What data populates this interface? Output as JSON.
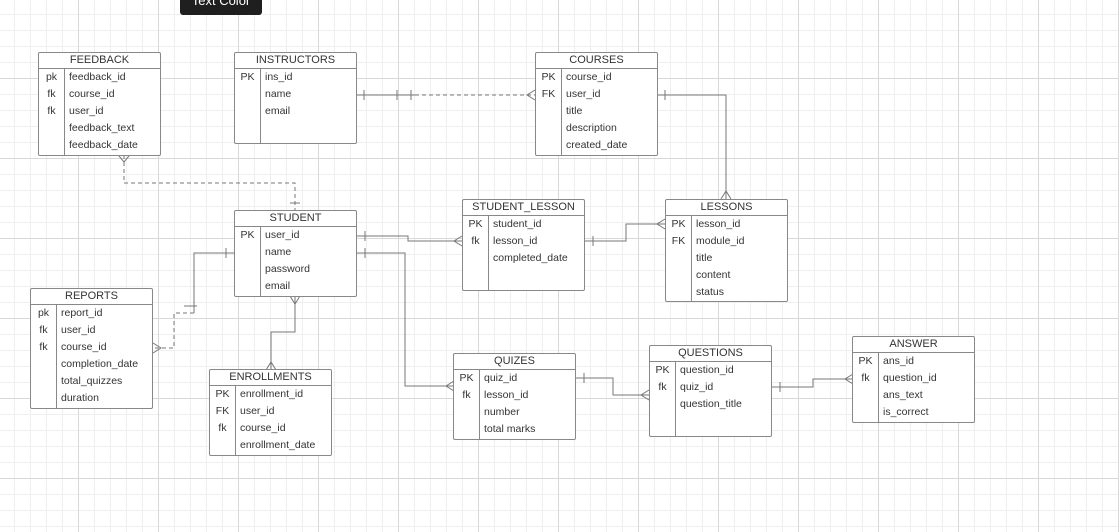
{
  "tooltip": "Text Color",
  "entities": {
    "feedback": {
      "title": "FEEDBACK",
      "rows": [
        [
          "pk",
          "feedback_id"
        ],
        [
          "fk",
          "course_id"
        ],
        [
          "fk",
          "user_id"
        ],
        [
          "",
          "feedback_text"
        ],
        [
          "",
          "feedback_date"
        ]
      ]
    },
    "instructors": {
      "title": "INSTRUCTORS",
      "rows": [
        [
          "PK",
          "ins_id"
        ],
        [
          "",
          "name"
        ],
        [
          "",
          "email"
        ]
      ]
    },
    "courses": {
      "title": "COURSES",
      "rows": [
        [
          "PK",
          "course_id"
        ],
        [
          "FK",
          "user_id"
        ],
        [
          "",
          "title"
        ],
        [
          "",
          "description"
        ],
        [
          "",
          "created_date"
        ]
      ]
    },
    "student": {
      "title": "STUDENT",
      "rows": [
        [
          "PK",
          "user_id"
        ],
        [
          "",
          "name"
        ],
        [
          "",
          "password"
        ],
        [
          "",
          "email"
        ]
      ]
    },
    "student_lesson": {
      "title": "STUDENT_LESSON",
      "rows": [
        [
          "PK",
          "student_id"
        ],
        [
          "fk",
          "lesson_id"
        ],
        [
          "",
          "completed_date"
        ]
      ]
    },
    "lessons": {
      "title": "LESSONS",
      "rows": [
        [
          "PK",
          "lesson_id"
        ],
        [
          "FK",
          "module_id"
        ],
        [
          "",
          "title"
        ],
        [
          "",
          "content"
        ],
        [
          "",
          "status"
        ]
      ]
    },
    "reports": {
      "title": "REPORTS",
      "rows": [
        [
          "pk",
          "report_id"
        ],
        [
          "fk",
          "user_id"
        ],
        [
          "fk",
          "course_id"
        ],
        [
          "",
          "completion_date"
        ],
        [
          "",
          "total_quizzes"
        ],
        [
          "",
          "duration"
        ]
      ]
    },
    "enrollments": {
      "title": "ENROLLMENTS",
      "rows": [
        [
          "PK",
          "enrollment_id"
        ],
        [
          "FK",
          "user_id"
        ],
        [
          "fk",
          "course_id"
        ],
        [
          "",
          "enrollment_date"
        ]
      ]
    },
    "quizes": {
      "title": "QUIZES",
      "rows": [
        [
          "PK",
          "quiz_id"
        ],
        [
          "fk",
          "lesson_id"
        ],
        [
          "",
          "number"
        ],
        [
          "",
          "total marks"
        ]
      ]
    },
    "questions": {
      "title": "QUESTIONS",
      "rows": [
        [
          "PK",
          "question_id"
        ],
        [
          "fk",
          "quiz_id"
        ],
        [
          "",
          "question_title"
        ]
      ]
    },
    "answer": {
      "title": "ANSWER",
      "rows": [
        [
          "PK",
          "ans_id"
        ],
        [
          "fk",
          "question_id"
        ],
        [
          "",
          "ans_text"
        ],
        [
          "",
          "is_correct"
        ]
      ]
    }
  }
}
